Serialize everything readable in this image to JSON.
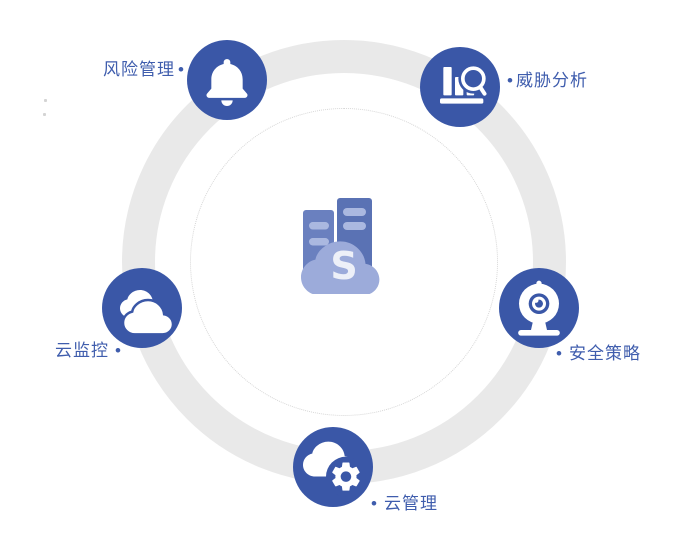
{
  "colors": {
    "primary": "#3a57a7",
    "label": "#3f5dad",
    "ring": "#e9e9e9",
    "dotted": "#d6d6d6",
    "tower_left": "#6a80bf",
    "tower_right": "#5a72b4",
    "slot": "#aab8e0",
    "cloud": "#9cabda",
    "letter": "#edf0f8"
  },
  "center": {
    "icon": "servers-cloud-icon",
    "letter": "S"
  },
  "nodes": [
    {
      "id": "risk-management",
      "label": "风险管理",
      "bullet": "•",
      "icon": "bell-icon",
      "position": "top-left"
    },
    {
      "id": "threat-analysis",
      "label": "威胁分析",
      "bullet": "•",
      "icon": "bar-chart-magnifier-icon",
      "position": "top-right"
    },
    {
      "id": "cloud-monitoring",
      "label": "云监控",
      "bullet": "•",
      "icon": "double-cloud-icon",
      "position": "left"
    },
    {
      "id": "security-policy",
      "label": "安全策略",
      "bullet": "•",
      "icon": "webcam-icon",
      "position": "right"
    },
    {
      "id": "cloud-management",
      "label": "云管理",
      "bullet": "•",
      "icon": "cloud-gear-icon",
      "position": "bottom"
    }
  ]
}
